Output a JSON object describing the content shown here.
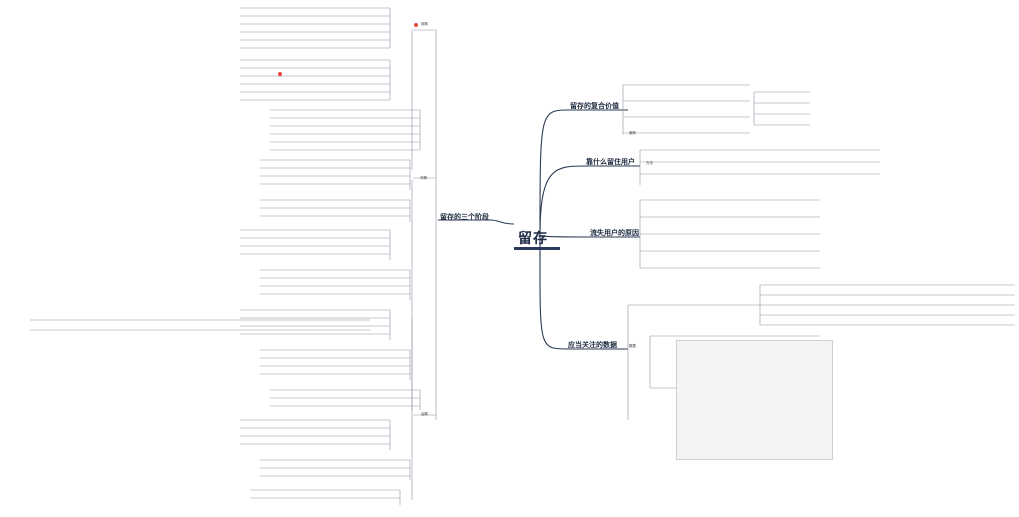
{
  "root": {
    "label": "留存"
  },
  "branches": {
    "three_stages": "留存的三个阶段",
    "compound_value": "留存的复合价值",
    "why_retain": "靠什么留住用户",
    "churn_reasons": "流失用户的原因",
    "metrics": "应当关注的数据"
  },
  "sub_labels": {
    "early": "前期",
    "middle": "中期",
    "late": "后期",
    "methods": "方法",
    "data": "数据",
    "case": "案例"
  },
  "colors": {
    "root_bar": "#2a3a5c",
    "branch_line": "#2b3a55",
    "leaf_line": "#8a93a3",
    "text_main": "#1e2a40",
    "marker": "#e04a3a"
  }
}
